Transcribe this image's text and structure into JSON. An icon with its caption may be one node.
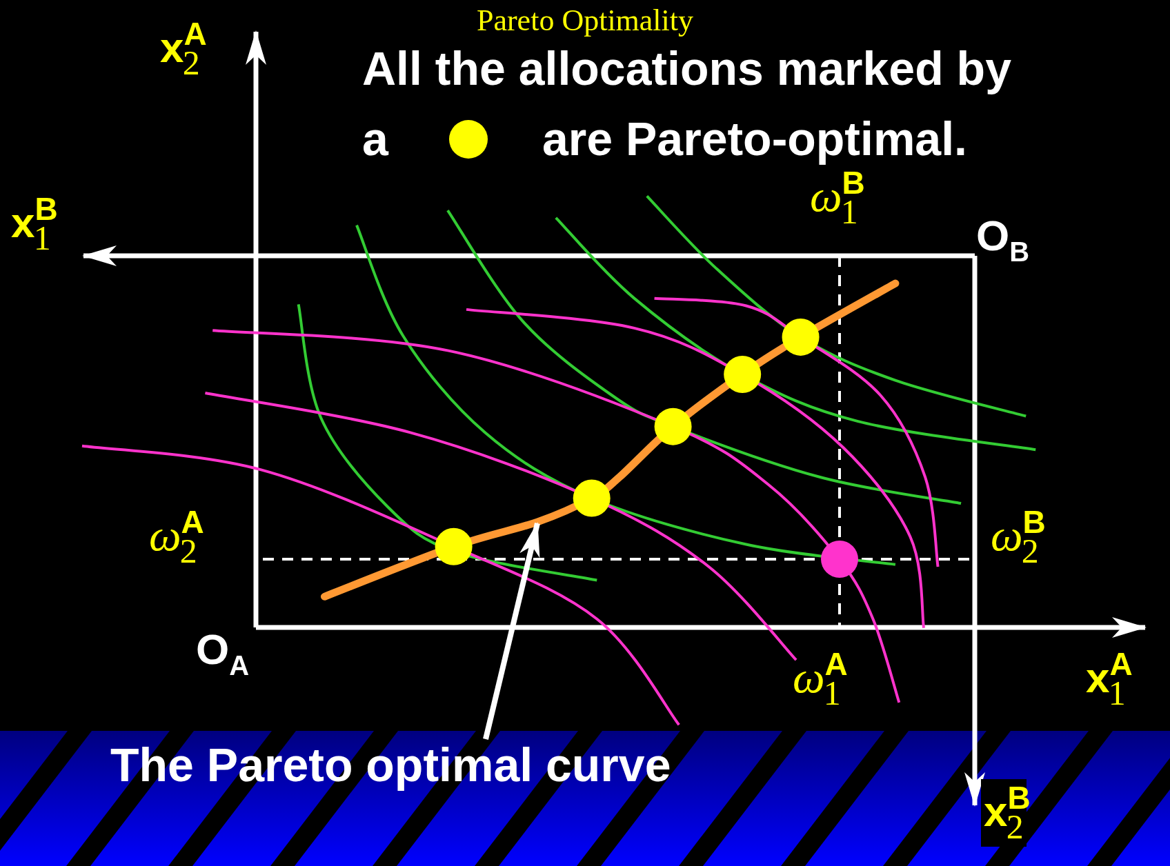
{
  "diagram": {
    "title": "Pareto Optimality",
    "nodes": [
      {
        "text": [
          "The Pareto optimal curve"
        ]
      },
      {
        "text": [],
        "shape": "curve"
      }
    ],
    "edges": [
      {
        "from": 0,
        "to": 1,
        "arrow": "to"
      }
    ],
    "labels": [
      "x$^{A}$$_{2}$",
      "All the allocations marked by",
      "a",
      "are Pareto-optimal.",
      "ω$^{B}$$_{1}$",
      "x$^{B}$$_{1}$",
      "O$_{B}$",
      "ω$^{A}$$_{2}$",
      "ω$^{B}$$_{2}$",
      "O$_{A}$",
      "ω$^{A}$$_{1}$",
      "x$^{A}$$_{1}$",
      "x$^{B}$$_{2}$"
    ]
  }
}
